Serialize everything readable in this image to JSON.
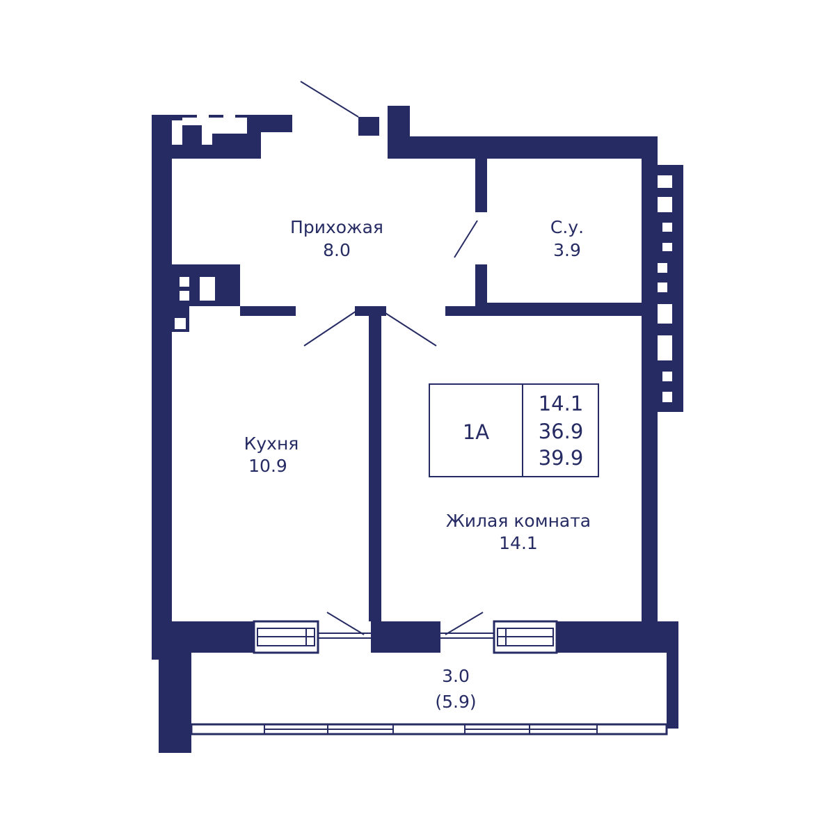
{
  "colors": {
    "wall": "#262B63",
    "background": "#FFFFFF"
  },
  "rooms": {
    "hall": {
      "name": "Прихожая",
      "area": "8.0"
    },
    "bathroom": {
      "name": "С.у.",
      "area": "3.9"
    },
    "kitchen": {
      "name": "Кухня",
      "area": "10.9"
    },
    "living_room": {
      "name": "Жилая комната",
      "area": "14.1"
    },
    "balcony": {
      "area": "3.0",
      "area_full": "(5.9)"
    }
  },
  "apartment": {
    "type": "1А",
    "areas": [
      "14.1",
      "36.9",
      "39.9"
    ]
  }
}
